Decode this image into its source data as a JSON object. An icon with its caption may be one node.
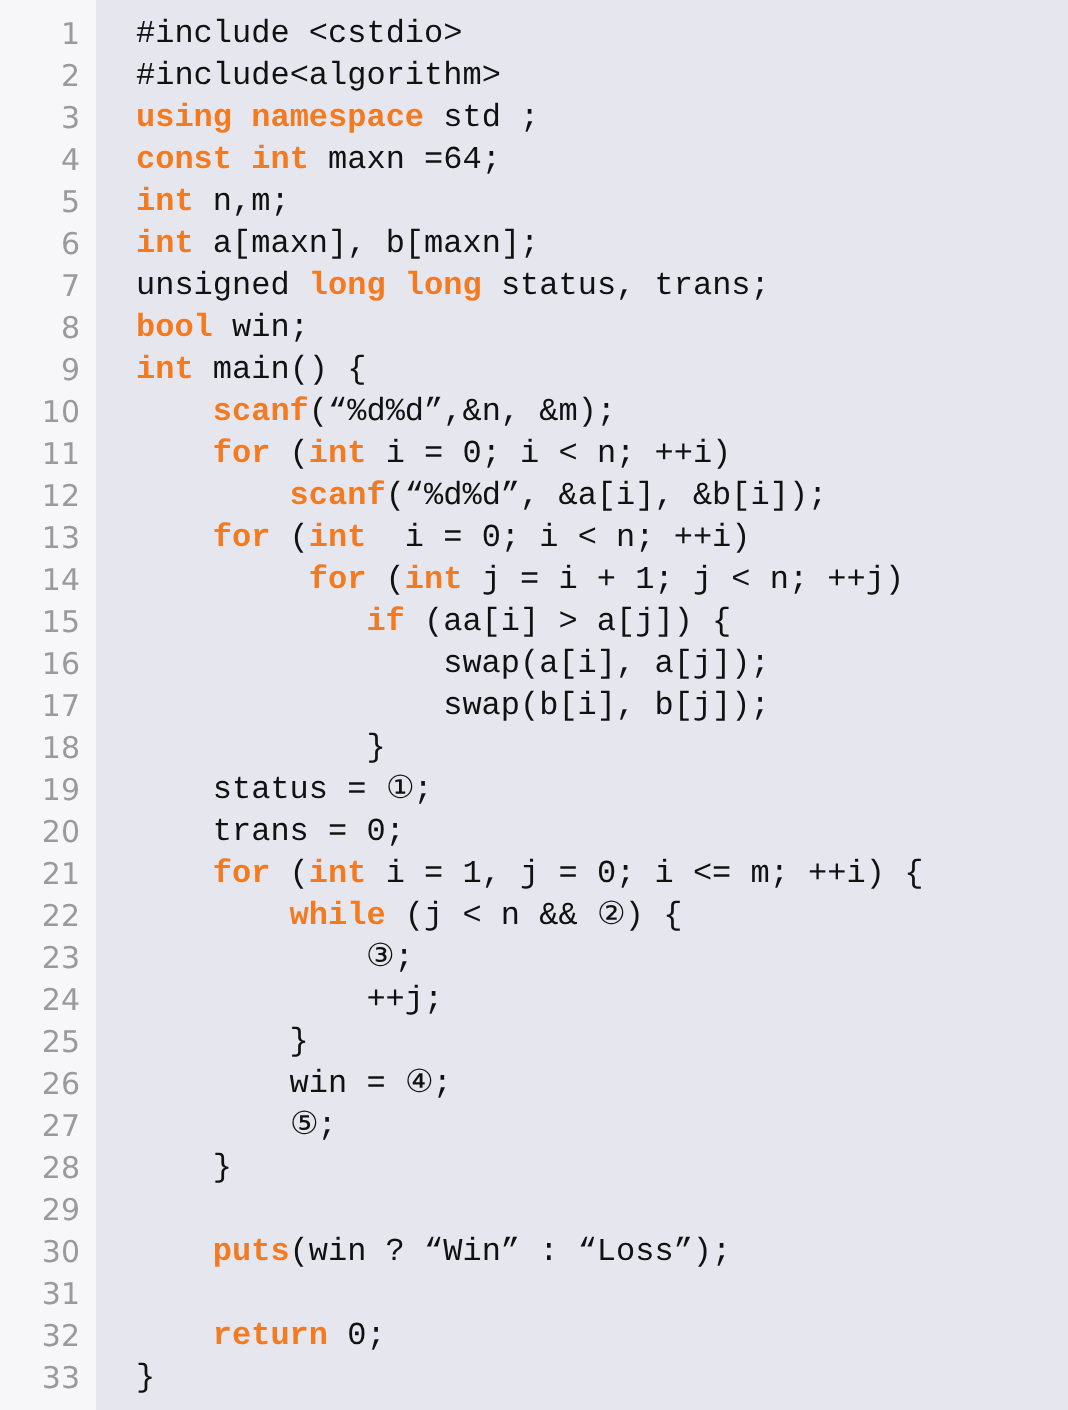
{
  "diagram": {
    "labels": [
      "1",
      "#include <cstdio>",
      "2",
      "#include<algorithm>",
      "3",
      "**using namespace** std ;",
      "4",
      "**const int** maxn =64;",
      "5",
      "**int** n,m;",
      "6",
      "**int** a[maxn], b[maxn];",
      "7",
      "unsigned **long long** status, trans;",
      "8",
      "**bool** win;",
      "9",
      "**int** main() {",
      "10",
      "**scanf**(“%d%d”,&n, &m);",
      "11",
      "**for** (**int** i = 0; i < n; ++i)",
      "12",
      "**scanf**(“%d%d”, &a[i], &b[i]);",
      "13",
      "**for** (**int**  i = 0; i < n; ++i)",
      "14",
      "**for** (**int** j = i + 1; j < n; ++j)",
      "15",
      "**if** (aa[i] > a[j]) {",
      "16",
      "swap(a[i], a[j]);",
      "17",
      "swap(b[i], b[j]);",
      "18",
      "}",
      "19",
      "status = ①;",
      "20",
      "trans = 0;",
      "21",
      "**for** (**int** i = 1, j = 0; i <= m; ++i) {",
      "22",
      "**while** (j < n && ②) {",
      "23",
      "③;",
      "24",
      "++j;",
      "25",
      "}",
      "26",
      "win = ④;",
      "27",
      "⑤;",
      "28",
      "}",
      "29",
      "30",
      "**puts**(win ? “Win” : “Loss”);",
      "31",
      "32",
      "**return** 0;",
      "33",
      "}"
    ]
  }
}
